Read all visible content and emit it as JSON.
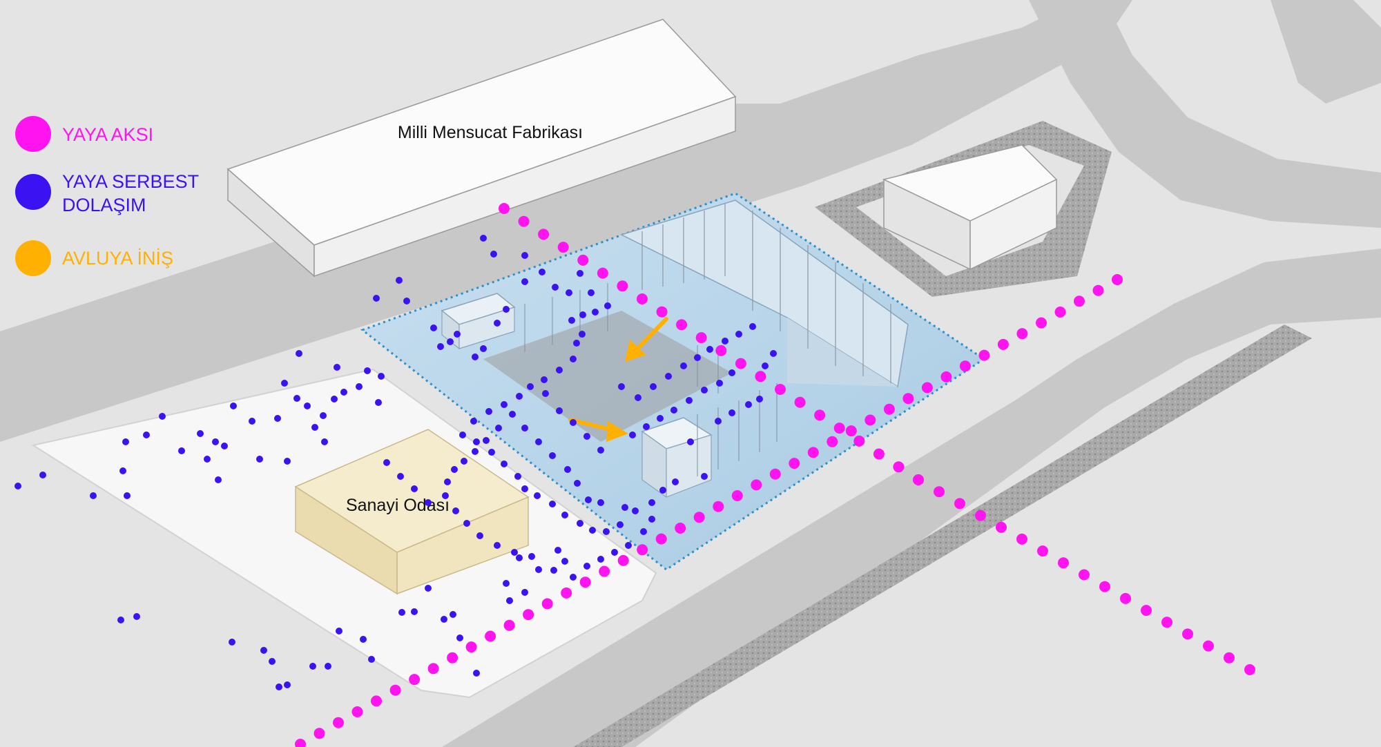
{
  "legend": {
    "items": [
      {
        "label_line1": "YAYA AKSI",
        "label_line2": "",
        "color": "#ff14f0"
      },
      {
        "label_line1": "YAYA SERBEST",
        "label_line2": "DOLAŞIM",
        "color": "#3b12f2"
      },
      {
        "label_line1": "AVLUYA İNİŞ",
        "label_line2": "",
        "color": "#ffb000"
      }
    ]
  },
  "labels": {
    "factory": "Milli Mensucat Fabrikası",
    "sanayi": "Sanayi Odası"
  },
  "colors": {
    "background": "#e4e4e4",
    "road": "#c9c9c9",
    "plaza": "#f6f6f6",
    "building": "#ffffff",
    "sanayi_building": "#f0e6c4",
    "courtyard": "#b9d6ea",
    "hatch": "#9a9a9a",
    "pedestrian_axis": "#ff14f0",
    "free_circulation": "#3b12f2",
    "courtyard_descent": "#ffb000"
  }
}
